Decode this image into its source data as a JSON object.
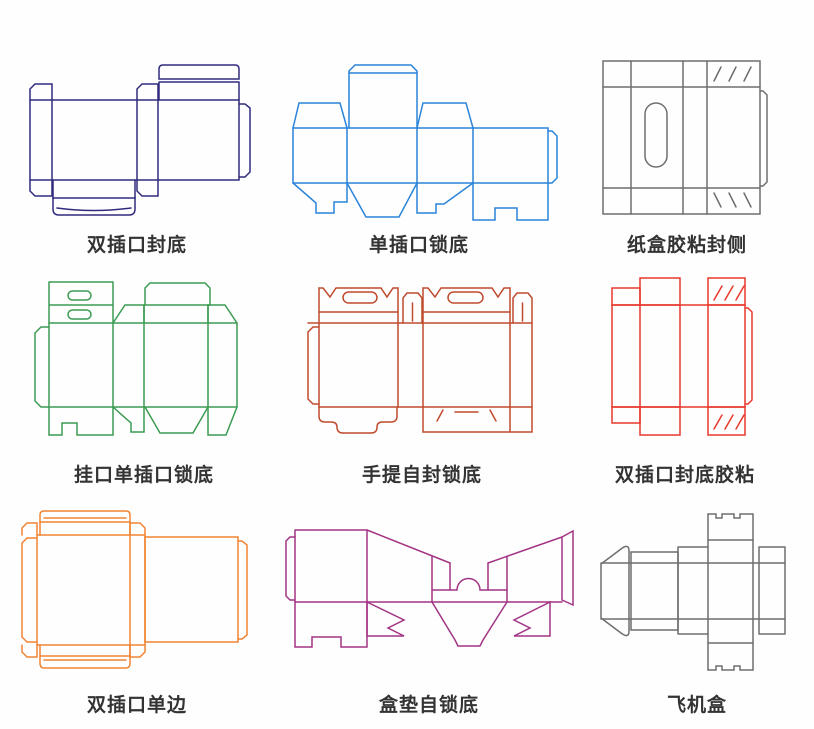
{
  "page": {
    "background": "#ffffff"
  },
  "cards": [
    {
      "label": "双插口封底",
      "color": "#302b7e"
    },
    {
      "label": "单插口锁底",
      "color": "#2a84d9"
    },
    {
      "label": "纸盒胶粘封侧",
      "color": "#6e6e6e"
    },
    {
      "label": "挂口单插口锁底",
      "color": "#3b9b52"
    },
    {
      "label": "手提自封锁底",
      "color": "#bf4a2d"
    },
    {
      "label": "双插口封底胶粘",
      "color": "#e8392c"
    },
    {
      "label": "双插口单边",
      "color": "#f08433"
    },
    {
      "label": "盒垫自锁底",
      "color": "#a23484"
    },
    {
      "label": "飞机盒",
      "color": "#6e6e6e"
    }
  ],
  "label_style": {
    "color": "#333333"
  }
}
